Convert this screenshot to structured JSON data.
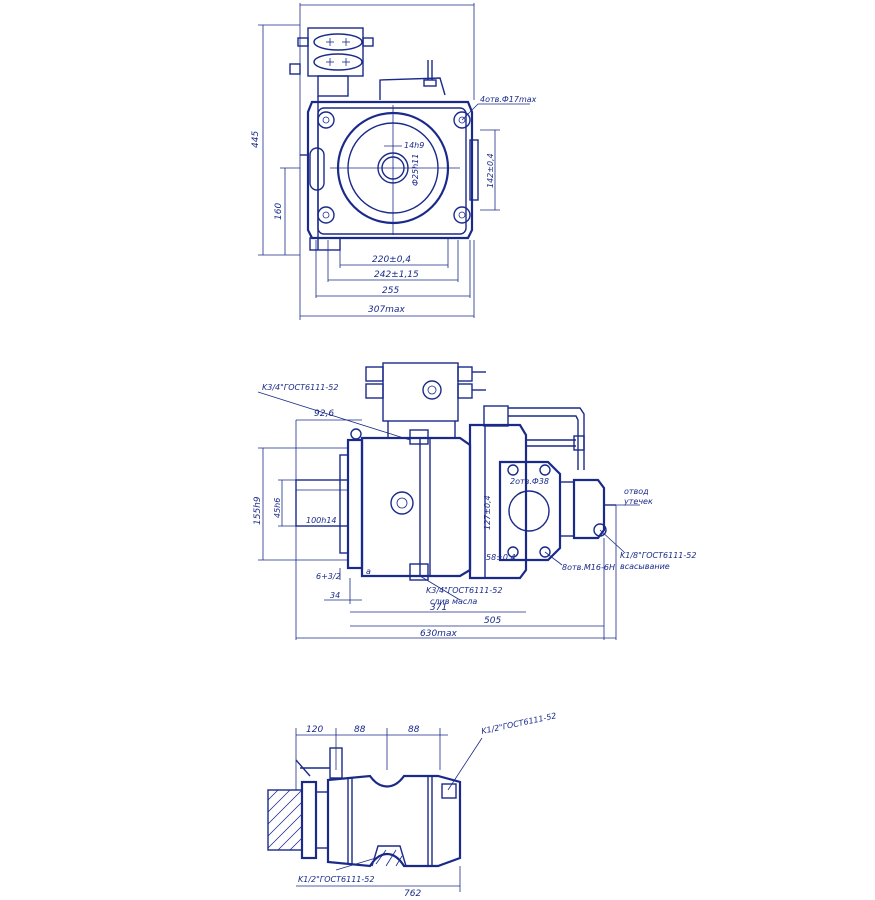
{
  "colors": {
    "ink": "#1a2a8a",
    "paper": "#ffffff"
  },
  "top_view": {
    "dim_445": "445",
    "dim_160": "160",
    "holes_note": "4отв.Ф17max",
    "dim_14h9": "14h9",
    "dim_d": "Ф25h11",
    "dim_142": "142±0,4",
    "dim_220": "220±0,4",
    "dim_242": "242±1,15",
    "dim_255": "255",
    "dim_307": "307max"
  },
  "side_view": {
    "thread_top": "K3/4\"ГОСТ6111-52",
    "dim_92_6": "92,6",
    "dim_155": "155h9",
    "dim_45": "45h6",
    "dim_100": "100h14",
    "dim_6": "6+3/2",
    "dim_a": "a",
    "dim_34": "34",
    "thread_drain": "K3/4\"ГОСТ6111-52",
    "drain_label": "слив масла",
    "dim_371": "371",
    "dim_505": "505",
    "dim_630": "630max",
    "holes_flange": "2отв.Ф38",
    "dim_58": "58±0,4",
    "dim_127": "127±0,4",
    "holes_m": "8отв.М16-6Н",
    "leak_label_1": "отвод",
    "leak_label_2": "утечек",
    "thread_suction": "K1/8\"ГОСТ6111-52",
    "suction_label": "всасывание"
  },
  "bottom_view": {
    "dim_120": "120",
    "dim_88a": "88",
    "dim_88b": "88",
    "thread_right": "K1/2\"ГОСТ6111-52",
    "thread_left": "K1/2\"ГОСТ6111-52",
    "dim_762": "762"
  }
}
